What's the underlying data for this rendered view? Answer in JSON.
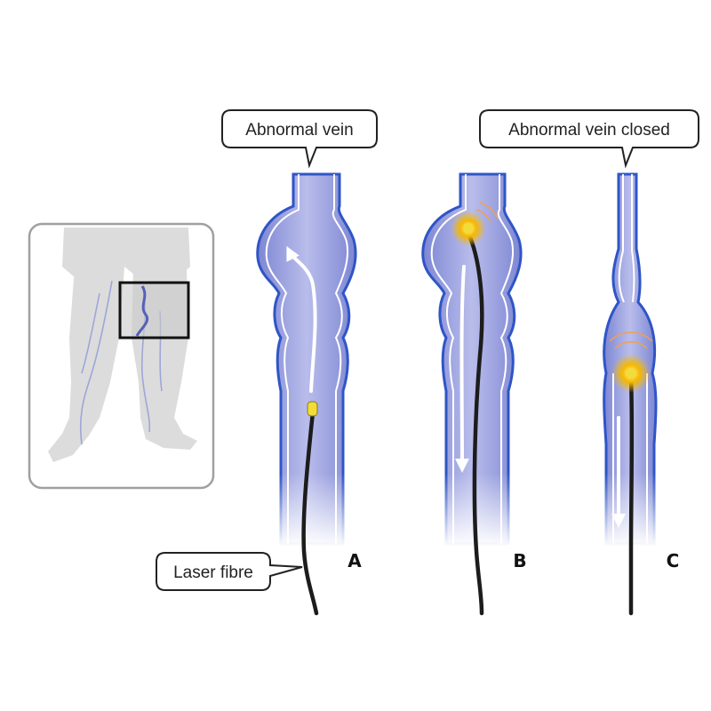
{
  "callouts": {
    "abnormal_vein": "Abnormal vein",
    "abnormal_vein_closed": "Abnormal vein closed",
    "laser_fibre": "Laser fibre"
  },
  "panels": [
    {
      "letter": "A",
      "stage": "fibre inserted, blood flowing back up the bulging vein"
    },
    {
      "letter": "B",
      "stage": "laser tip heating at top while fibre withdrawn downward"
    },
    {
      "letter": "C",
      "stage": "vein above tip shrunk closed, fibre continues withdrawing"
    }
  ],
  "colors": {
    "vein_outline": "#2f55c6",
    "vein_fill": "#8b92d8",
    "vein_light": "#c9cdf0",
    "flow_arrow": "#ffffff",
    "fibre": "#1c1c1c",
    "tip_glow": "#f5b800",
    "tip_yellow": "#f2dc3a",
    "leg_gray": "#d9d9d9",
    "inset_frame": "#9a9a9a",
    "zoom_box": "#111111"
  },
  "icons": {
    "inset": "legs-silhouette-with-varicose-veins",
    "laser_tip": "glowing-laser-tip-icon"
  }
}
